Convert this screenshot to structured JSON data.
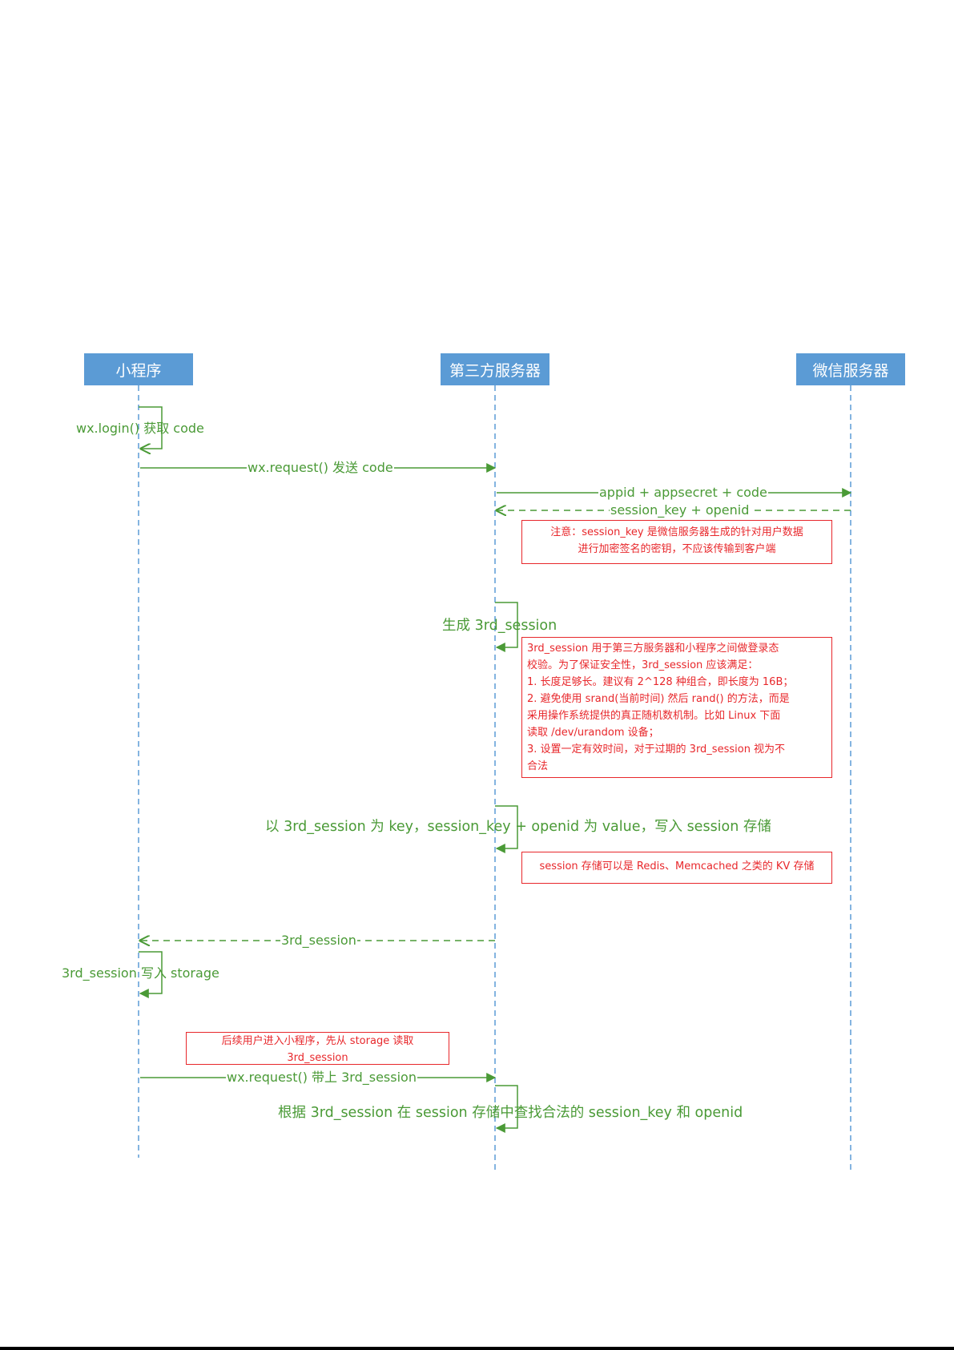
{
  "actors": {
    "mini_program": "小程序",
    "third_party_server": "第三方服务器",
    "wechat_server": "微信服务器"
  },
  "messages": {
    "wx_login": "wx.login() 获取 code",
    "send_code": "wx.request() 发送 code",
    "appid_secret": "appid + appsecret + code",
    "session_key_openid": "session_key + openid",
    "gen_3rd_session": "生成 3rd_session",
    "write_session": "以 3rd_session 为 key，session_key + openid 为 value，写入 session 存储",
    "return_3rd_session": "3rd_session",
    "write_storage": "3rd_session 写入 storage",
    "send_3rd_session": "wx.request() 带上 3rd_session",
    "lookup": "根据 3rd_session 在 session 存储中查找合法的 session_key 和 openid"
  },
  "notes": {
    "session_key_note": [
      "注意：session_key 是微信服务器生成的针对用户数据",
      "进行加密签名的密钥，不应该传输到客户端"
    ],
    "third_session_note": [
      "3rd_session 用于第三方服务器和小程序之间做登录态",
      "校验。为了保证安全性，3rd_session 应该满足：",
      "1. 长度足够长。建议有 2^128 种组合，即长度为 16B；",
      "2. 避免使用 srand(当前时间) 然后 rand() 的方法，而是",
      "采用操作系统提供的真正随机数机制。比如 Linux 下面",
      "读取 /dev/urandom 设备；",
      "3. 设置一定有效时间，对于过期的 3rd_session 视为不",
      "合法"
    ],
    "kv_note": [
      "session 存储可以是 Redis、Memcached 之类的 KV 存储"
    ],
    "storage_note": [
      "后续用户进入小程序，先从 storage 读取",
      "3rd_session"
    ]
  },
  "colors": {
    "actor_fill": "#5b9bd5",
    "lifeline": "#5b9bd5",
    "message": "#4a9a36",
    "note_border": "#e8272b",
    "note_text": "#e8272b"
  }
}
